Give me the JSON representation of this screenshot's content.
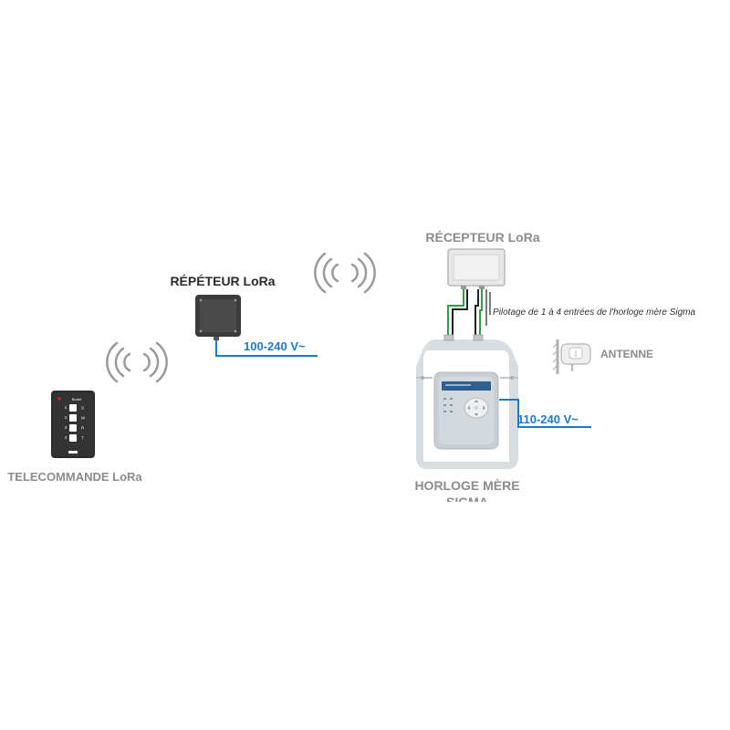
{
  "labels": {
    "repeater": "RÉPÉTEUR LoRa",
    "receiver": "RÉCEPTEUR LoRa",
    "remote": "TELECOMMANDE LoRa",
    "clock_line1": "HORLOGE MÈRE",
    "clock_line2": "SIGMA",
    "antenna": "ANTENNE",
    "voltage_repeater": "100-240 V~",
    "voltage_clock": "110-240 V~",
    "pilotage_note": "Pilotage de 1 à 4 entrées de l'horloge mère Sigma"
  },
  "remote": {
    "brand": "Bodet",
    "buttons": [
      {
        "number": "1",
        "symbol": "S"
      },
      {
        "number": "2",
        "symbol": "M"
      },
      {
        "number": "3",
        "symbol": "R"
      },
      {
        "number": "4",
        "symbol": "T"
      }
    ]
  },
  "colors": {
    "wire_blue": "#1e78c8",
    "wire_green": "#2e9e48",
    "wire_black": "#222222",
    "label_dark": "#2b2b2b",
    "label_grey": "#8c8c8c",
    "led_red": "#e02020"
  }
}
